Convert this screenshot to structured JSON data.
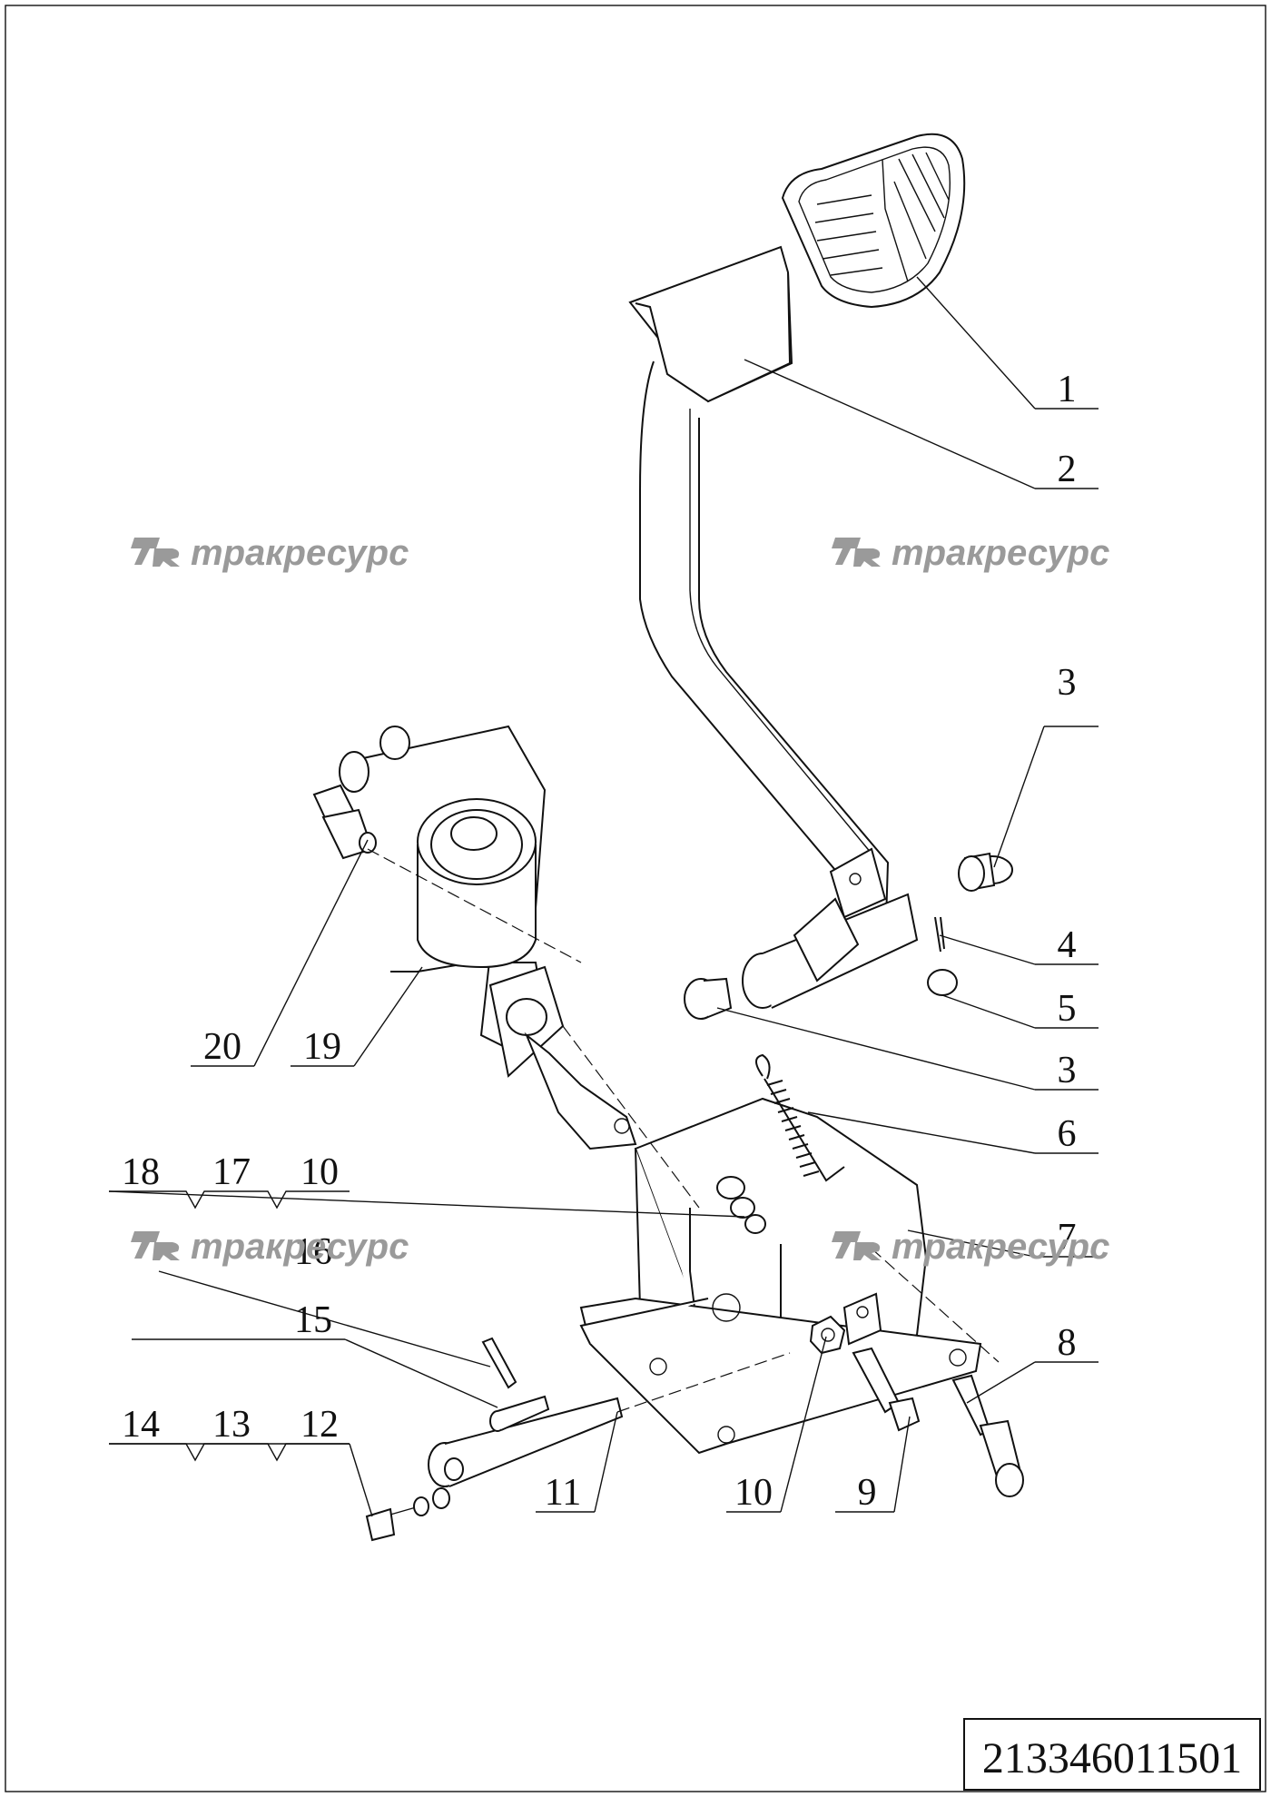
{
  "drawing_code": "213346011501",
  "watermark_text": "тракресурс",
  "watermark_color": "#9a9a9a",
  "callouts": {
    "c1": "1",
    "c2": "2",
    "c3a": "3",
    "c4": "4",
    "c5": "5",
    "c3b": "3",
    "c6": "6",
    "c7": "7",
    "c8": "8",
    "c9": "9",
    "c10a": "10",
    "c11": "11",
    "c12": "12",
    "c13": "13",
    "c14": "14",
    "c15": "15",
    "c16": "16",
    "c17": "17",
    "c18": "18",
    "c10b": "10",
    "c19": "19",
    "c20": "20"
  },
  "icons": {
    "logo": "tr-logo-icon"
  }
}
